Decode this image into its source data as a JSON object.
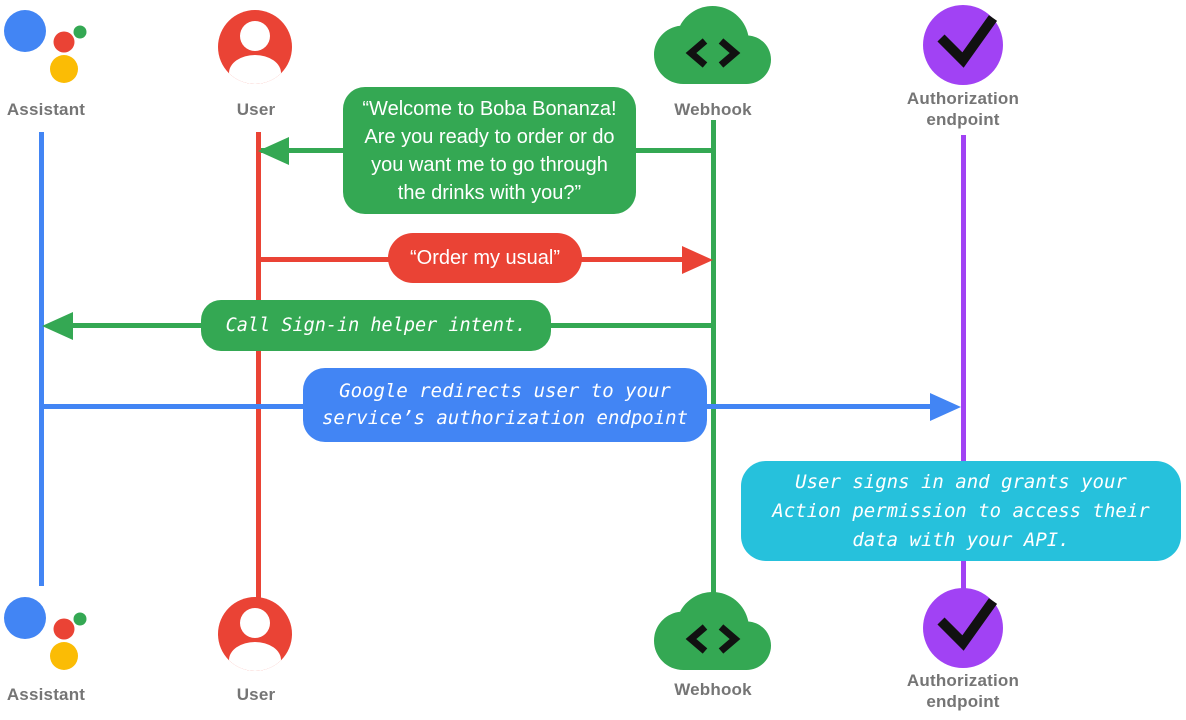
{
  "colors": {
    "background": "#FFFFFF",
    "blue": "#4285F4",
    "red": "#EA4335",
    "green": "#34A853",
    "yellow": "#FBBC05",
    "purple": "#A142F4",
    "cyan": "#26C1DC",
    "gray": "#757575",
    "ink": "#111111"
  },
  "actors": {
    "assistant": {
      "label": "Assistant",
      "icon": "google-assistant-logo"
    },
    "user": {
      "label": "User",
      "icon": "person-icon"
    },
    "webhook": {
      "label": "Webhook",
      "icon": "code-cloud-icon"
    },
    "authorization": {
      "label": "Authorization endpoint",
      "icon": "checkmark-circle-icon"
    }
  },
  "messages": [
    {
      "text": "“Welcome to Boba Bonanza! Are you ready to order or do you want me to go through the drinks with you?”",
      "from": "Webhook",
      "to": "User",
      "color": "#34A853",
      "text_style": "speech"
    },
    {
      "text": "“Order my usual”",
      "from": "User",
      "to": "Webhook",
      "color": "#EA4335",
      "text_style": "speech"
    },
    {
      "text": "Call Sign-in helper intent.",
      "from": "Webhook",
      "to": "Assistant",
      "color": "#34A853",
      "text_style": "code"
    },
    {
      "text": "Google redirects user to your service’s authorization endpoint",
      "from": "Assistant",
      "to": "Authorization endpoint",
      "color": "#4285F4",
      "text_style": "code"
    },
    {
      "text": "User signs in and grants your Action permission to access their data with your API.",
      "note_at": "Authorization endpoint",
      "color": "#26C1DC",
      "text_style": "code"
    }
  ]
}
